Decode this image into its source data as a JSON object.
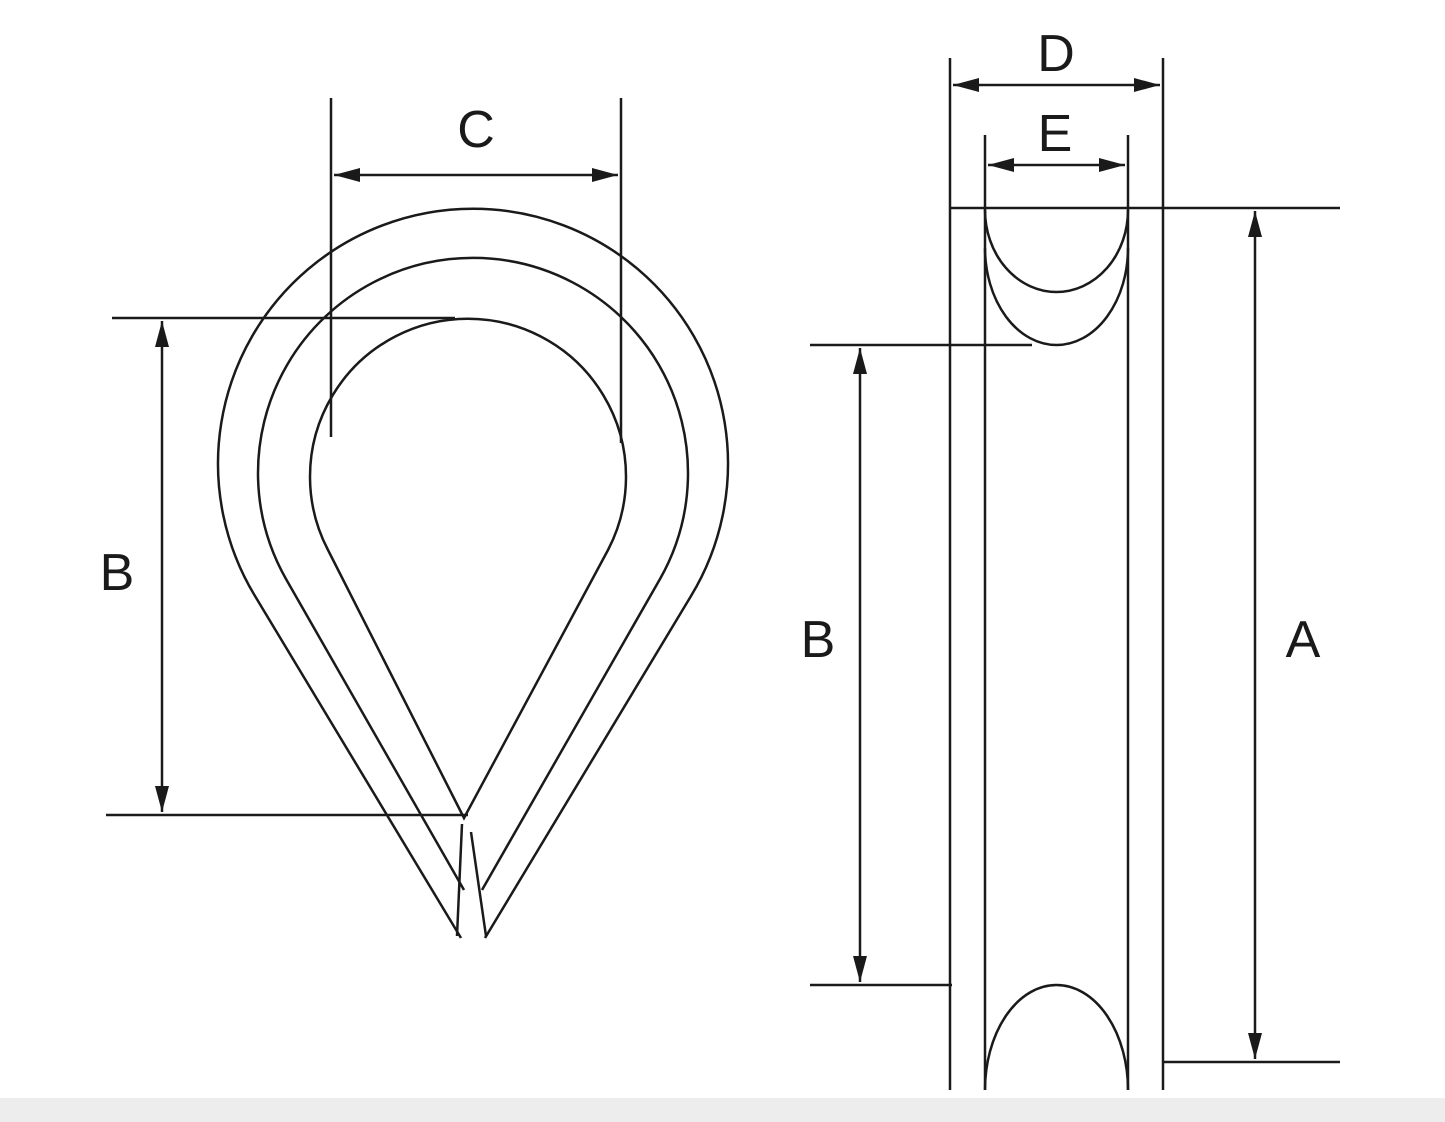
{
  "diagram": {
    "line_color": "#1a1a1a",
    "background": "#ffffff",
    "footer_bar_color": "#ededed",
    "labels": {
      "C": "C",
      "B_front": "B",
      "D": "D",
      "E": "E",
      "B_side": "B",
      "A": "A"
    }
  }
}
